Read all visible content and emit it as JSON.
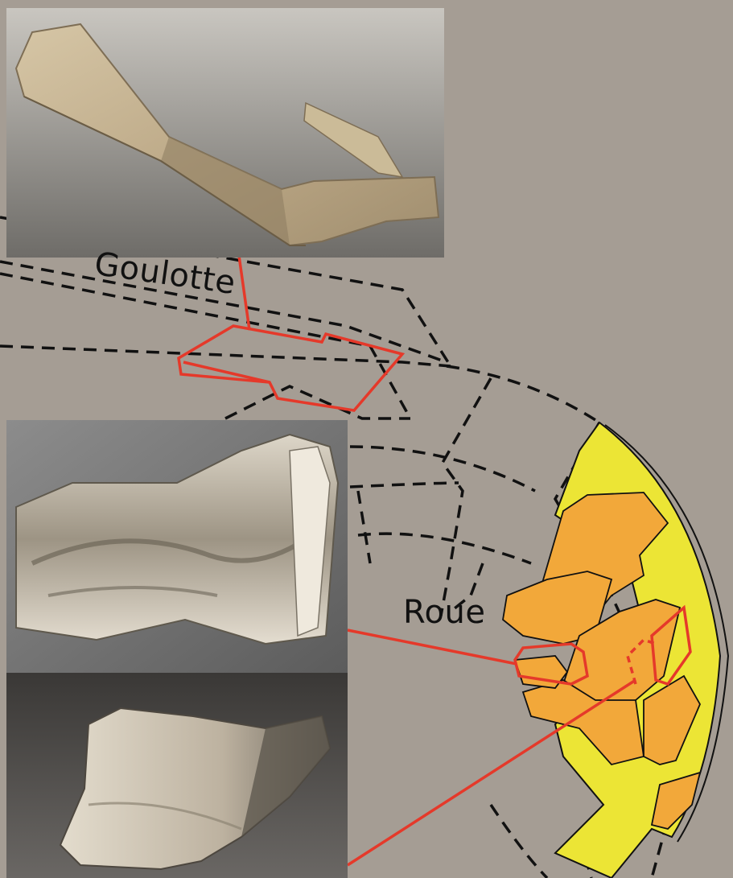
{
  "labels": {
    "goulotte": "Goulotte",
    "roue": "Roue"
  },
  "colors": {
    "background": "#a59d94",
    "dashed_lines": "#111111",
    "callout": "#e5392a",
    "wheel_rim": "#ece535",
    "fragments": "#f2a83a"
  },
  "photos": [
    {
      "name": "goulotte-fragment-photo"
    },
    {
      "name": "wheel-fragment-photo-1"
    },
    {
      "name": "wheel-fragment-photo-2"
    }
  ]
}
